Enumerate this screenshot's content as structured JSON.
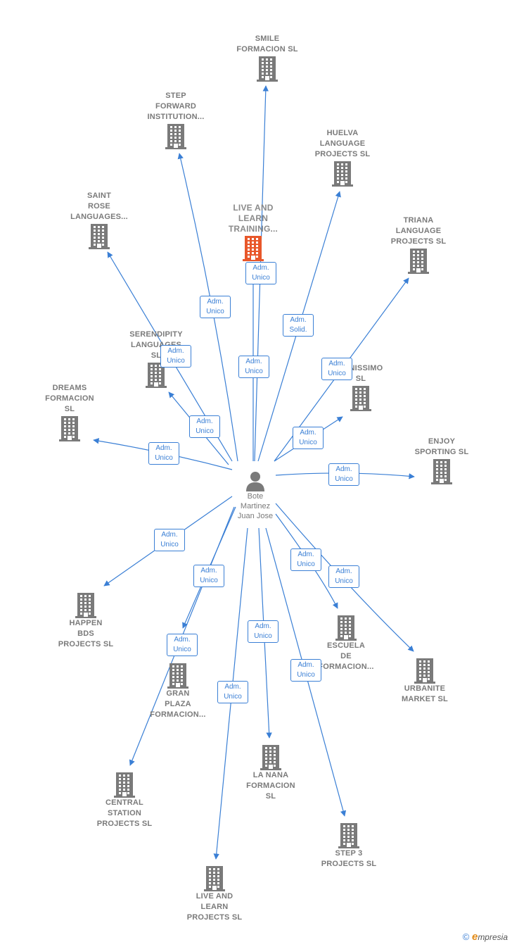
{
  "colors": {
    "edge": "#3a7fd5",
    "building": "#7a7a7a",
    "highlight": "#e8572a"
  },
  "center": {
    "name": "Bote\nMartinez\nJuan Jose",
    "icon": "person-icon"
  },
  "nodes": [
    {
      "id": "smile",
      "label": "SMILE\nFORMACION SL"
    },
    {
      "id": "step-forward",
      "label": "STEP\nFORWARD\nINSTITUTION..."
    },
    {
      "id": "huelva",
      "label": "HUELVA\nLANGUAGE\nPROJECTS  SL"
    },
    {
      "id": "live-learn-training",
      "label": "LIVE AND\nLEARN\nTRAINING...",
      "highlight": true
    },
    {
      "id": "saint-rose",
      "label": "SAINT\nROSE\nLANGUAGES..."
    },
    {
      "id": "triana",
      "label": "TRIANA\nLANGUAGE\nPROJECTS  SL"
    },
    {
      "id": "serendipity",
      "label": "SERENDIPITY\nLANGUAGES\nSL"
    },
    {
      "id": "panissimo",
      "label": "PANISSIMO\nSL"
    },
    {
      "id": "dreams",
      "label": "DREAMS\nFORMACION\nSL"
    },
    {
      "id": "enjoy",
      "label": "ENJOY\nSPORTING  SL"
    },
    {
      "id": "happen",
      "label": "HAPPEN\nBDS\nPROJECTS  SL"
    },
    {
      "id": "gran-plaza",
      "label": "GRAN\nPLAZA\nFORMACION..."
    },
    {
      "id": "escuela",
      "label": "ESCUELA\nDE\nFORMACION..."
    },
    {
      "id": "urbanite",
      "label": "URBANITE\nMARKET  SL"
    },
    {
      "id": "central-station",
      "label": "CENTRAL\nSTATION\nPROJECTS  SL"
    },
    {
      "id": "la-nana",
      "label": "LA NANA\nFORMACION\nSL"
    },
    {
      "id": "step3",
      "label": "STEP 3\nPROJECTS  SL"
    },
    {
      "id": "live-learn-projects",
      "label": "LIVE AND\nLEARN\nPROJECTS  SL"
    }
  ],
  "edges": [
    {
      "to": "live-learn-training",
      "role": "Adm.\nUnico"
    },
    {
      "to": "step-forward",
      "role": "Adm.\nUnico"
    },
    {
      "to": "huelva",
      "role": "Adm.\nSolid."
    },
    {
      "to": "smile",
      "role": "Adm.\nUnico"
    },
    {
      "to": "saint-rose",
      "role": "Adm.\nUnico"
    },
    {
      "to": "triana",
      "role": "Adm.\nUnico"
    },
    {
      "to": "serendipity",
      "role": "Adm.\nUnico"
    },
    {
      "to": "panissimo",
      "role": "Adm.\nUnico"
    },
    {
      "to": "dreams",
      "role": "Adm.\nUnico"
    },
    {
      "to": "enjoy",
      "role": "Adm.\nUnico"
    },
    {
      "to": "happen",
      "role": "Adm.\nUnico"
    },
    {
      "to": "gran-plaza",
      "role": "Adm.\nUnico"
    },
    {
      "to": "escuela",
      "role": "Adm.\nUnico"
    },
    {
      "to": "urbanite",
      "role": "Adm.\nUnico"
    },
    {
      "to": "central-station",
      "role": "Adm.\nUnico"
    },
    {
      "to": "la-nana",
      "role": "Adm.\nUnico"
    },
    {
      "to": "step3",
      "role": "Adm.\nUnico"
    },
    {
      "to": "live-learn-projects",
      "role": "Adm.\nUnico"
    }
  ],
  "footer": {
    "copyright": "©",
    "brand_initial": "e",
    "brand_rest": "mpresia"
  }
}
